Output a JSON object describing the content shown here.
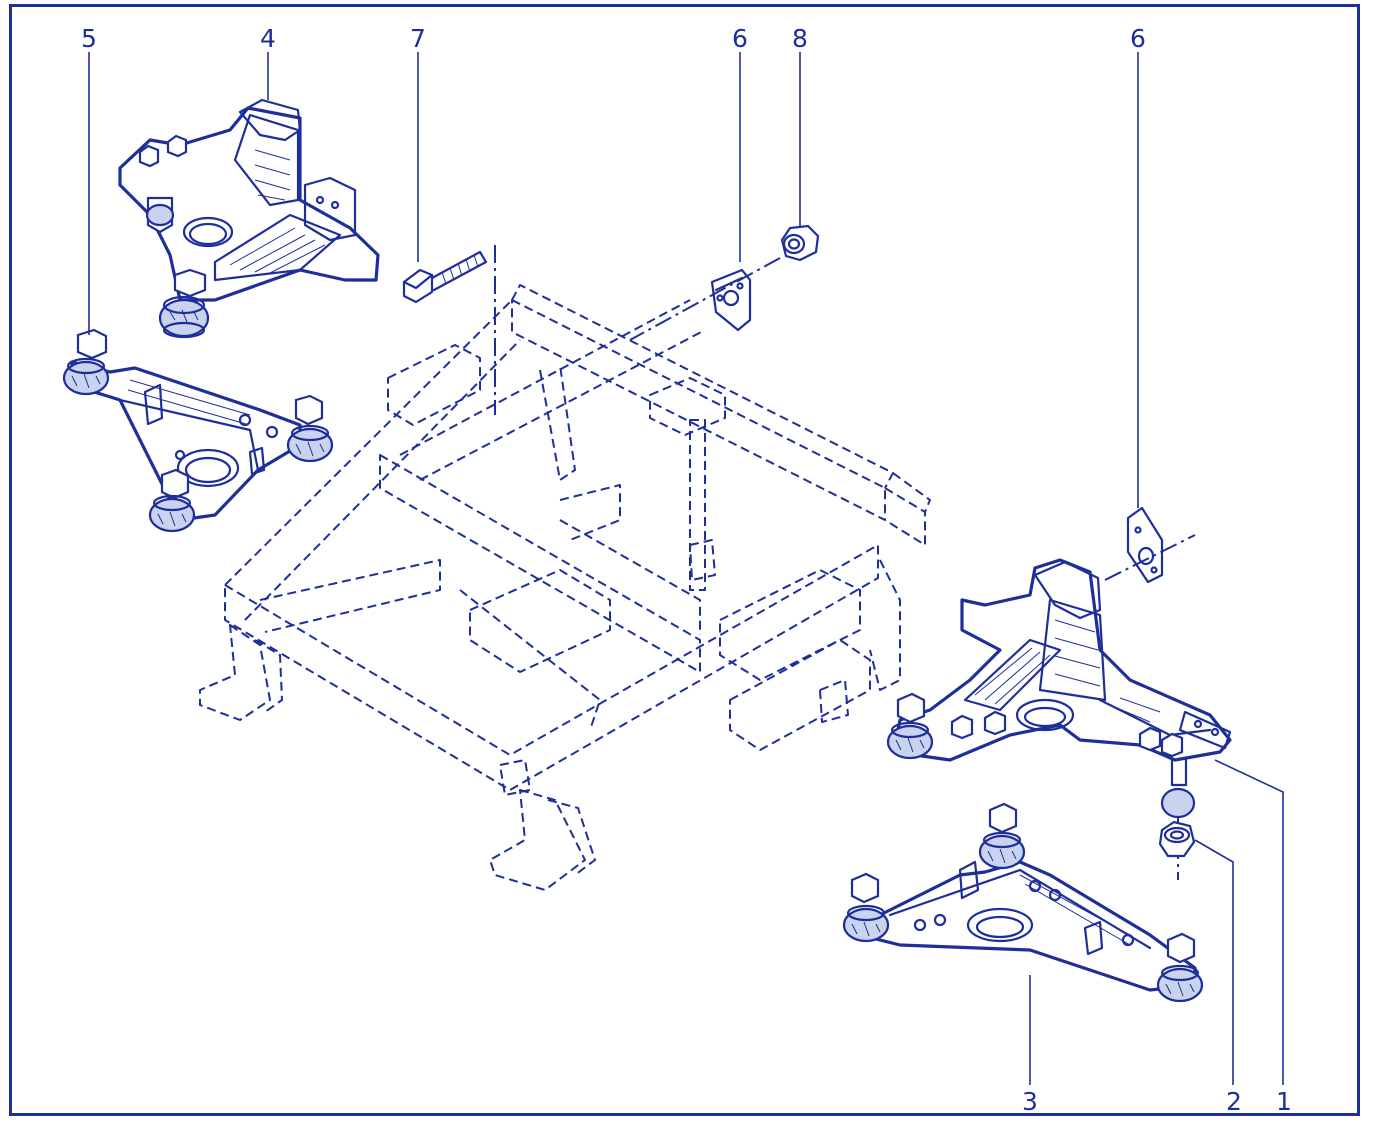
{
  "diagram": {
    "line_color": "#1f2f9a",
    "callouts": [
      {
        "id": "c1",
        "label": "1"
      },
      {
        "id": "c2",
        "label": "2"
      },
      {
        "id": "c3",
        "label": "3"
      },
      {
        "id": "c4",
        "label": "4"
      },
      {
        "id": "c5",
        "label": "5"
      },
      {
        "id": "c6a",
        "label": "6"
      },
      {
        "id": "c6b",
        "label": "6"
      },
      {
        "id": "c7",
        "label": "7"
      },
      {
        "id": "c8",
        "label": "8"
      }
    ]
  }
}
